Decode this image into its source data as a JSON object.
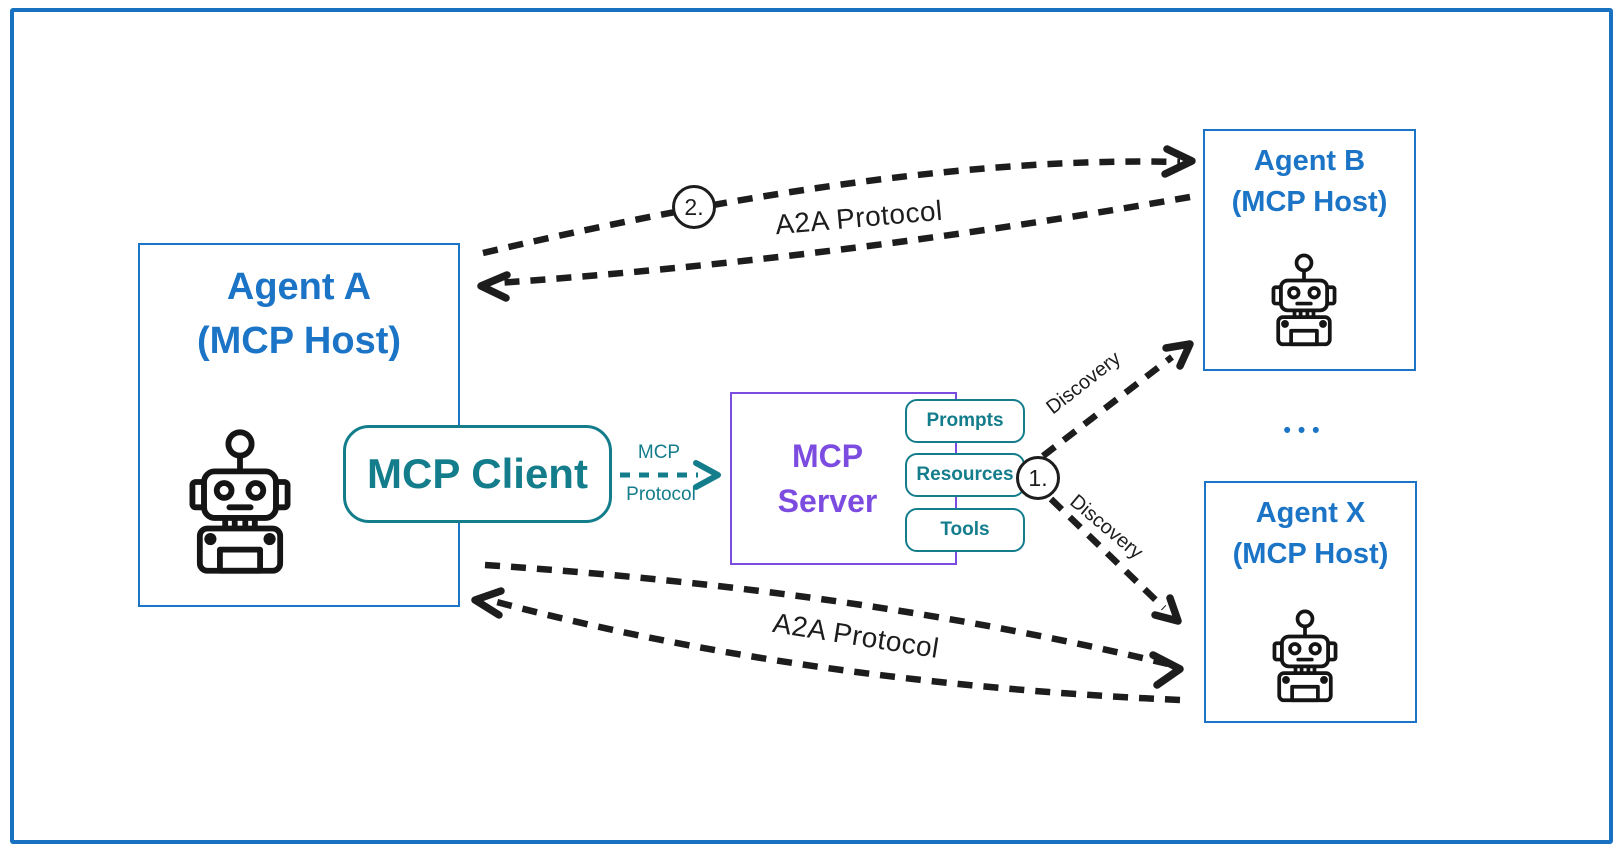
{
  "colors": {
    "blue": "#1b74c5",
    "teal": "#147d8b",
    "purple": "#7c4ce0",
    "line_black": "#1d1d1d",
    "frame_blue": "#1971c2"
  },
  "agent_a": {
    "title": "Agent A",
    "subtitle": "(MCP Host)"
  },
  "agent_b": {
    "title": "Agent B",
    "subtitle": "(MCP Host)"
  },
  "agent_x": {
    "title": "Agent X",
    "subtitle": "(MCP Host)"
  },
  "ellipsis": "•••",
  "mcp_client": {
    "label": "MCP Client"
  },
  "mcp_server": {
    "label": "MCP Server",
    "capabilities": [
      "Prompts",
      "Resources",
      "Tools"
    ]
  },
  "mcp_protocol": {
    "line1": "MCP",
    "line2": "Protocol"
  },
  "flows": {
    "a2a_top_label": "A2A Protocol",
    "a2a_bottom_label": "A2A Protocol",
    "discovery_top_label": "Discovery",
    "discovery_bottom_label": "Discovery",
    "step_1": "1.",
    "step_2": "2."
  }
}
